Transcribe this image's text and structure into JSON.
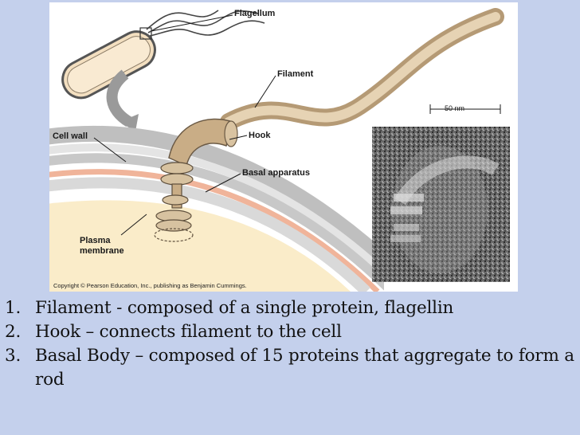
{
  "figure": {
    "labels": {
      "flagellum": "Flagellum",
      "filament": "Filament",
      "scale": "50 nm",
      "cell_wall": "Cell wall",
      "hook": "Hook",
      "basal_apparatus": "Basal apparatus",
      "plasma_membrane_line1": "Plasma",
      "plasma_membrane_line2": "membrane"
    },
    "copyright": "Copyright © Pearson Education, Inc., publishing as Benjamin Cummings."
  },
  "notes": [
    {
      "number": "1.",
      "text": "Filament - composed of a single protein, flagellin"
    },
    {
      "number": "2.",
      "text": "Hook – connects filament to the cell"
    },
    {
      "number": "3.",
      "text": "Basal Body – composed of 15 proteins that aggregate to form a rod"
    }
  ]
}
